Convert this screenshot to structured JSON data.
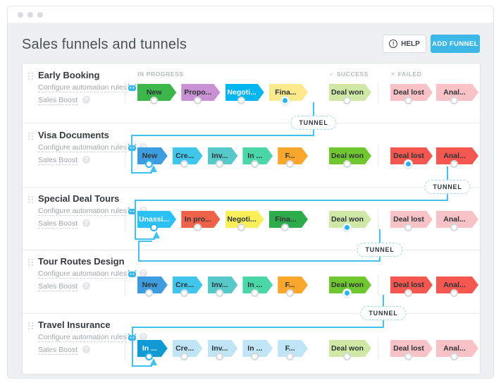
{
  "window": {
    "chrome_dots": 3
  },
  "header": {
    "title": "Sales funnels and tunnels",
    "help_label": "HELP",
    "help_icon": "info-circle",
    "add_funnel_label": "ADD FUNNEL",
    "accent_color": "#3cb8e8"
  },
  "columns": {
    "in_progress": "IN PROGRESS",
    "success": "SUCCESS",
    "failed": "FAILED",
    "success_icon": "check",
    "failed_icon": "cross"
  },
  "links": {
    "automation": "Configure automation rules",
    "boost": "Sales Boost"
  },
  "tunnel": {
    "label": "TUNNEL",
    "count": 4,
    "line_color": "#45c1f0"
  },
  "funnels": [
    {
      "name": "Early Booking",
      "in_progress": [
        {
          "label": "New",
          "bg": "#3cb54a",
          "text": "dark",
          "dot": "plain"
        },
        {
          "label": "Propo...",
          "bg": "#c891d3",
          "text": "dark",
          "dot": "plain"
        },
        {
          "label": "Negoti...",
          "bg": "#00b5f0",
          "text": "light",
          "dot": "plain"
        },
        {
          "label": "Fina...",
          "bg": "#fbe98c",
          "text": "dark",
          "dot": "source"
        }
      ],
      "success": [
        {
          "label": "Deal won",
          "bg": "#cfe8a5",
          "text": "dark",
          "dot": "plain"
        }
      ],
      "failed": [
        {
          "label": "Deal lost",
          "bg": "#f8c2c6",
          "text": "dark",
          "dot": "plain"
        },
        {
          "label": "Anal...",
          "bg": "#f8c2c6",
          "text": "dark",
          "dot": "plain"
        }
      ]
    },
    {
      "name": "Visa Documents",
      "in_progress": [
        {
          "label": "New",
          "bg": "#3e9de0",
          "text": "dark",
          "dot": "target"
        },
        {
          "label": "Cre...",
          "bg": "#3fc6ea",
          "text": "dark",
          "dot": "plain"
        },
        {
          "label": "Inv...",
          "bg": "#56c8c8",
          "text": "dark",
          "dot": "plain"
        },
        {
          "label": "In ...",
          "bg": "#4ad6a7",
          "text": "dark",
          "dot": "plain"
        },
        {
          "label": "F...",
          "bg": "#f8a72c",
          "text": "dark",
          "dot": "plain"
        }
      ],
      "success": [
        {
          "label": "Deal won",
          "bg": "#71c730",
          "text": "dark",
          "dot": "plain"
        }
      ],
      "failed": [
        {
          "label": "Deal lost",
          "bg": "#f4574f",
          "text": "dark",
          "dot": "source"
        },
        {
          "label": "Anal...",
          "bg": "#f4574f",
          "text": "dark",
          "dot": "plain"
        }
      ]
    },
    {
      "name": "Special Deal Tours",
      "in_progress": [
        {
          "label": "Unassi...",
          "bg": "#2bc1f5",
          "text": "light",
          "dot": "target"
        },
        {
          "label": "In pro...",
          "bg": "#ef6148",
          "text": "dark",
          "dot": "plain"
        },
        {
          "label": "Negoti...",
          "bg": "#f8ef59",
          "text": "dark",
          "dot": "plain"
        },
        {
          "label": "Fina...",
          "bg": "#2eab4a",
          "text": "dark",
          "dot": "plain"
        }
      ],
      "success": [
        {
          "label": "Deal won",
          "bg": "#cfe8a5",
          "text": "dark",
          "dot": "source"
        }
      ],
      "failed": [
        {
          "label": "Deal lost",
          "bg": "#f8c2c6",
          "text": "dark",
          "dot": "plain"
        },
        {
          "label": "Anal...",
          "bg": "#f8c2c6",
          "text": "dark",
          "dot": "plain"
        }
      ]
    },
    {
      "name": "Tour Routes Design",
      "in_progress": [
        {
          "label": "New",
          "bg": "#3e9de0",
          "text": "dark",
          "dot": "plain"
        },
        {
          "label": "Cre...",
          "bg": "#3fc6ea",
          "text": "dark",
          "dot": "plain"
        },
        {
          "label": "Inv...",
          "bg": "#56c8c8",
          "text": "dark",
          "dot": "plain"
        },
        {
          "label": "In ...",
          "bg": "#4ad6a7",
          "text": "dark",
          "dot": "plain"
        },
        {
          "label": "F...",
          "bg": "#f8a72c",
          "text": "dark",
          "dot": "plain"
        }
      ],
      "success": [
        {
          "label": "Deal won",
          "bg": "#71c730",
          "text": "dark",
          "dot": "source"
        }
      ],
      "failed": [
        {
          "label": "Deal lost",
          "bg": "#f4574f",
          "text": "dark",
          "dot": "plain"
        },
        {
          "label": "Anal...",
          "bg": "#f4574f",
          "text": "dark",
          "dot": "plain"
        }
      ]
    },
    {
      "name": "Travel Insurance",
      "in_progress": [
        {
          "label": "In ...",
          "bg": "#0f9ad6",
          "text": "light",
          "dot": "target"
        },
        {
          "label": "Cre...",
          "bg": "#bfe5f7",
          "text": "dark",
          "dot": "plain"
        },
        {
          "label": "Inv...",
          "bg": "#bfe5f7",
          "text": "dark",
          "dot": "plain"
        },
        {
          "label": "In ...",
          "bg": "#bfe5f7",
          "text": "dark",
          "dot": "plain"
        },
        {
          "label": "F...",
          "bg": "#bfe5f7",
          "text": "dark",
          "dot": "plain"
        }
      ],
      "success": [
        {
          "label": "Deal won",
          "bg": "#cfe8a5",
          "text": "dark",
          "dot": "plain"
        }
      ],
      "failed": [
        {
          "label": "Deal lost",
          "bg": "#f8c2c6",
          "text": "dark",
          "dot": "plain"
        },
        {
          "label": "Anal...",
          "bg": "#f8c2c6",
          "text": "dark",
          "dot": "plain"
        }
      ]
    }
  ]
}
